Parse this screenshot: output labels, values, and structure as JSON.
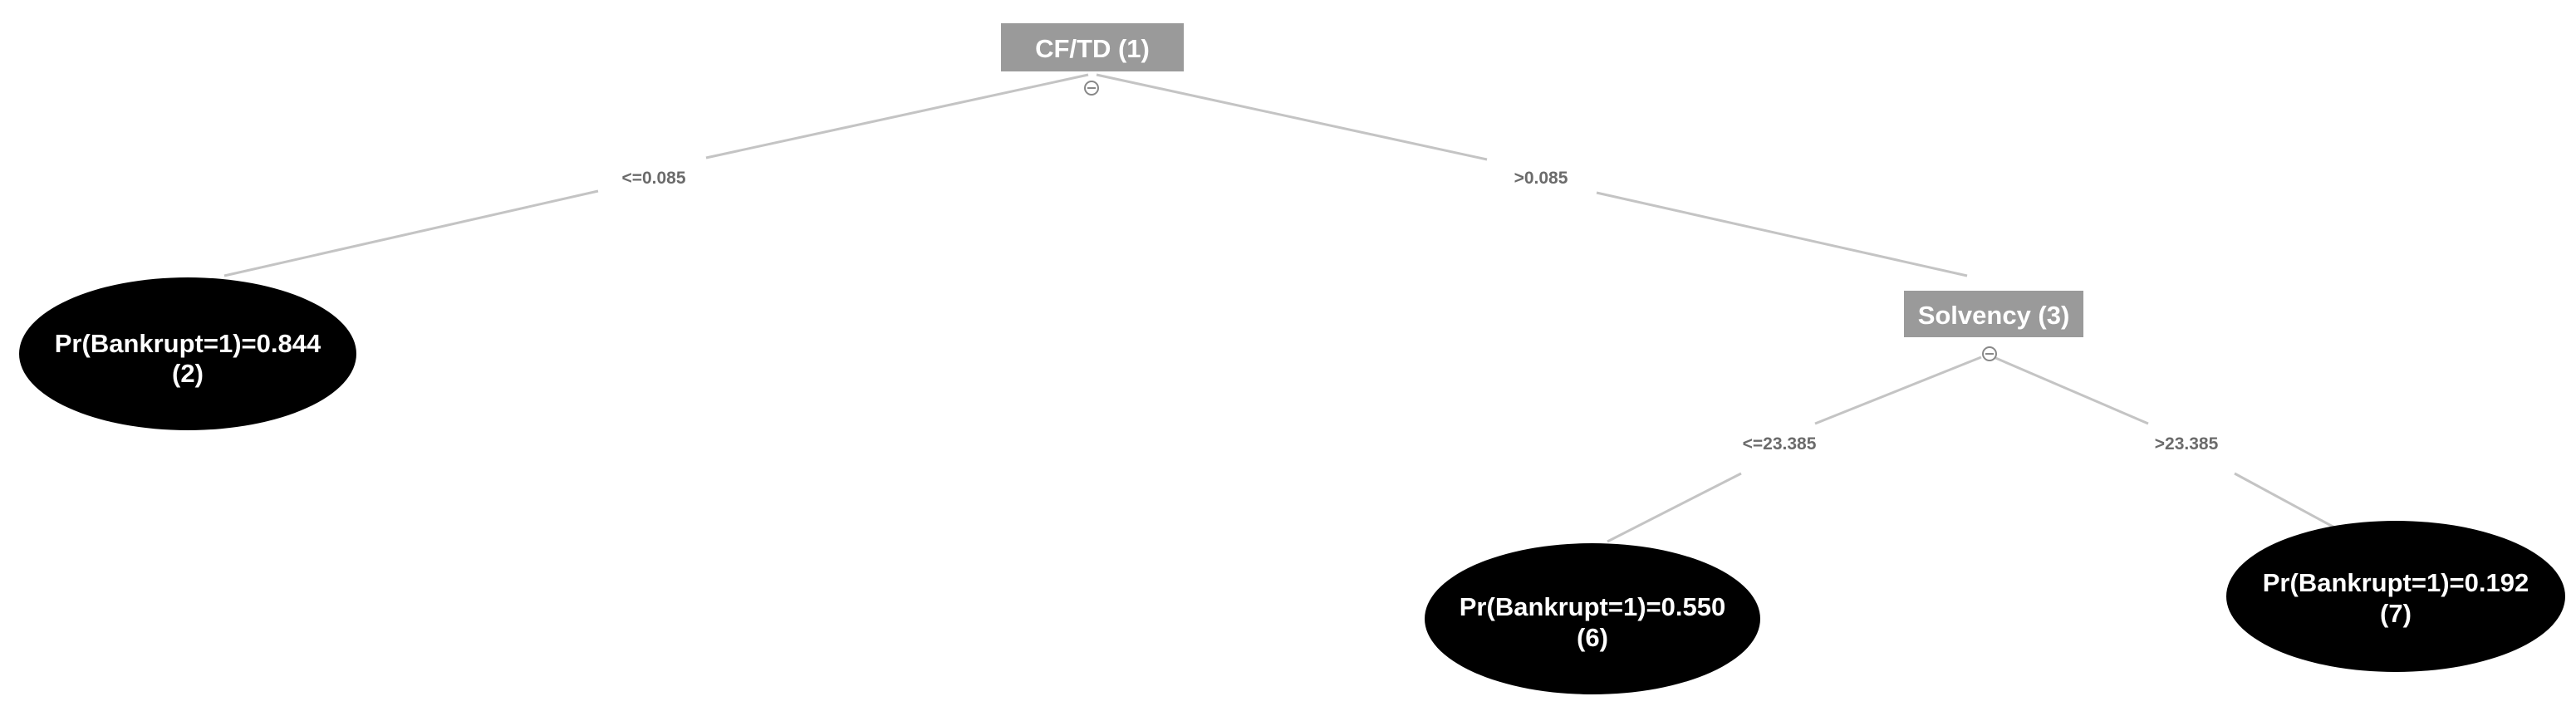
{
  "colors": {
    "decision_fill": "#9a9a9a",
    "leaf_fill": "#000000",
    "node_text": "#ffffff",
    "edge_line": "#c4c4c4",
    "edge_label": "#6b6b6b"
  },
  "icons": {
    "collapse": "collapse-minus-icon"
  },
  "nodes": {
    "root": {
      "label": "CF/TD (1)"
    },
    "solvency": {
      "label": "Solvency (3)"
    },
    "leaf_2": {
      "line1": "Pr(Bankrupt=1)=0.844",
      "line2": "(2)"
    },
    "leaf_6": {
      "line1": "Pr(Bankrupt=1)=0.550",
      "line2": "(6)"
    },
    "leaf_7": {
      "line1": "Pr(Bankrupt=1)=0.192",
      "line2": "(7)"
    }
  },
  "edges": {
    "root_left": {
      "label": "<=0.085"
    },
    "root_right": {
      "label": ">0.085"
    },
    "solvency_left": {
      "label": "<=23.385"
    },
    "solvency_right": {
      "label": ">23.385"
    }
  }
}
